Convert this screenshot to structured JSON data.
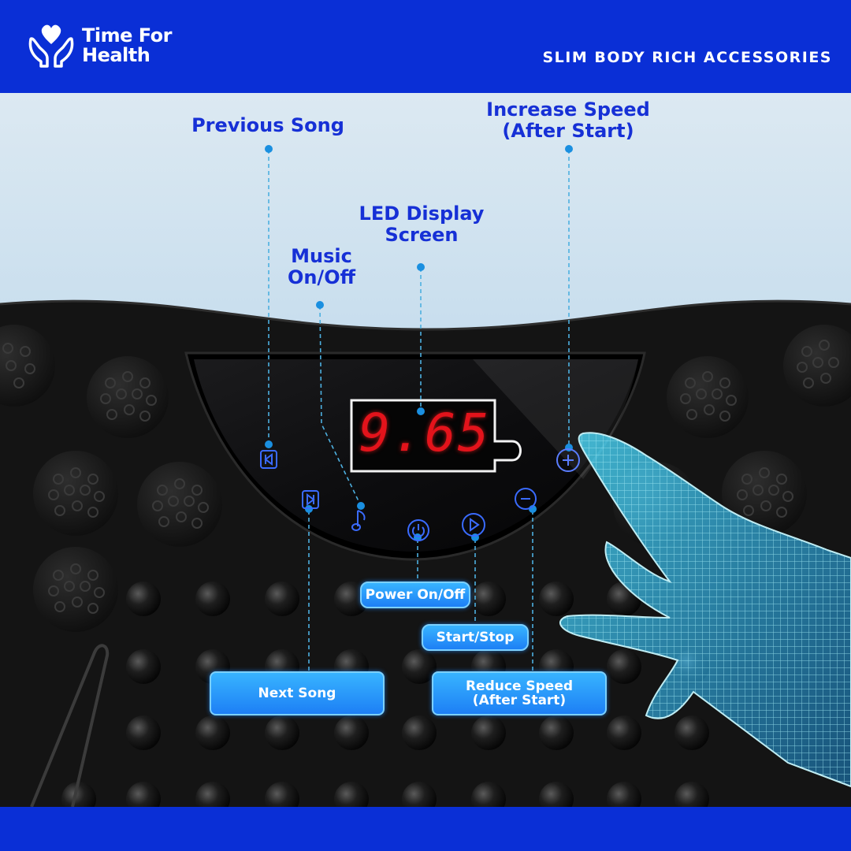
{
  "brand": {
    "name_line1": "Time For",
    "name_line2": "Health",
    "tagline": "SLIM BODY RICH ACCESSORIES",
    "color": "#0a2fd6",
    "logo_icon": "heart-hands-icon"
  },
  "callouts": {
    "previous_song": "Previous Song",
    "increase_speed_line1": "Increase Speed",
    "increase_speed_line2": "(After Start)",
    "led_display_line1": "LED Display",
    "led_display_line2": "Screen",
    "music_line1": "Music",
    "music_line2": "On/Off",
    "power": "Power On/Off",
    "start_stop": "Start/Stop",
    "next_song": "Next Song",
    "reduce_speed_line1": "Reduce Speed",
    "reduce_speed_line2": "(After Start)"
  },
  "display": {
    "readout": "9.65",
    "digit_color": "#e3131b"
  },
  "panel_buttons": {
    "previous_icon": "previous-song-icon",
    "next_icon": "next-song-icon",
    "music_icon": "music-note-icon",
    "power_icon": "power-icon",
    "start_icon": "play-icon",
    "increase_icon": "plus-icon",
    "reduce_icon": "minus-icon",
    "glow_color": "#3a6bff"
  },
  "accent_color": "#1630d6"
}
